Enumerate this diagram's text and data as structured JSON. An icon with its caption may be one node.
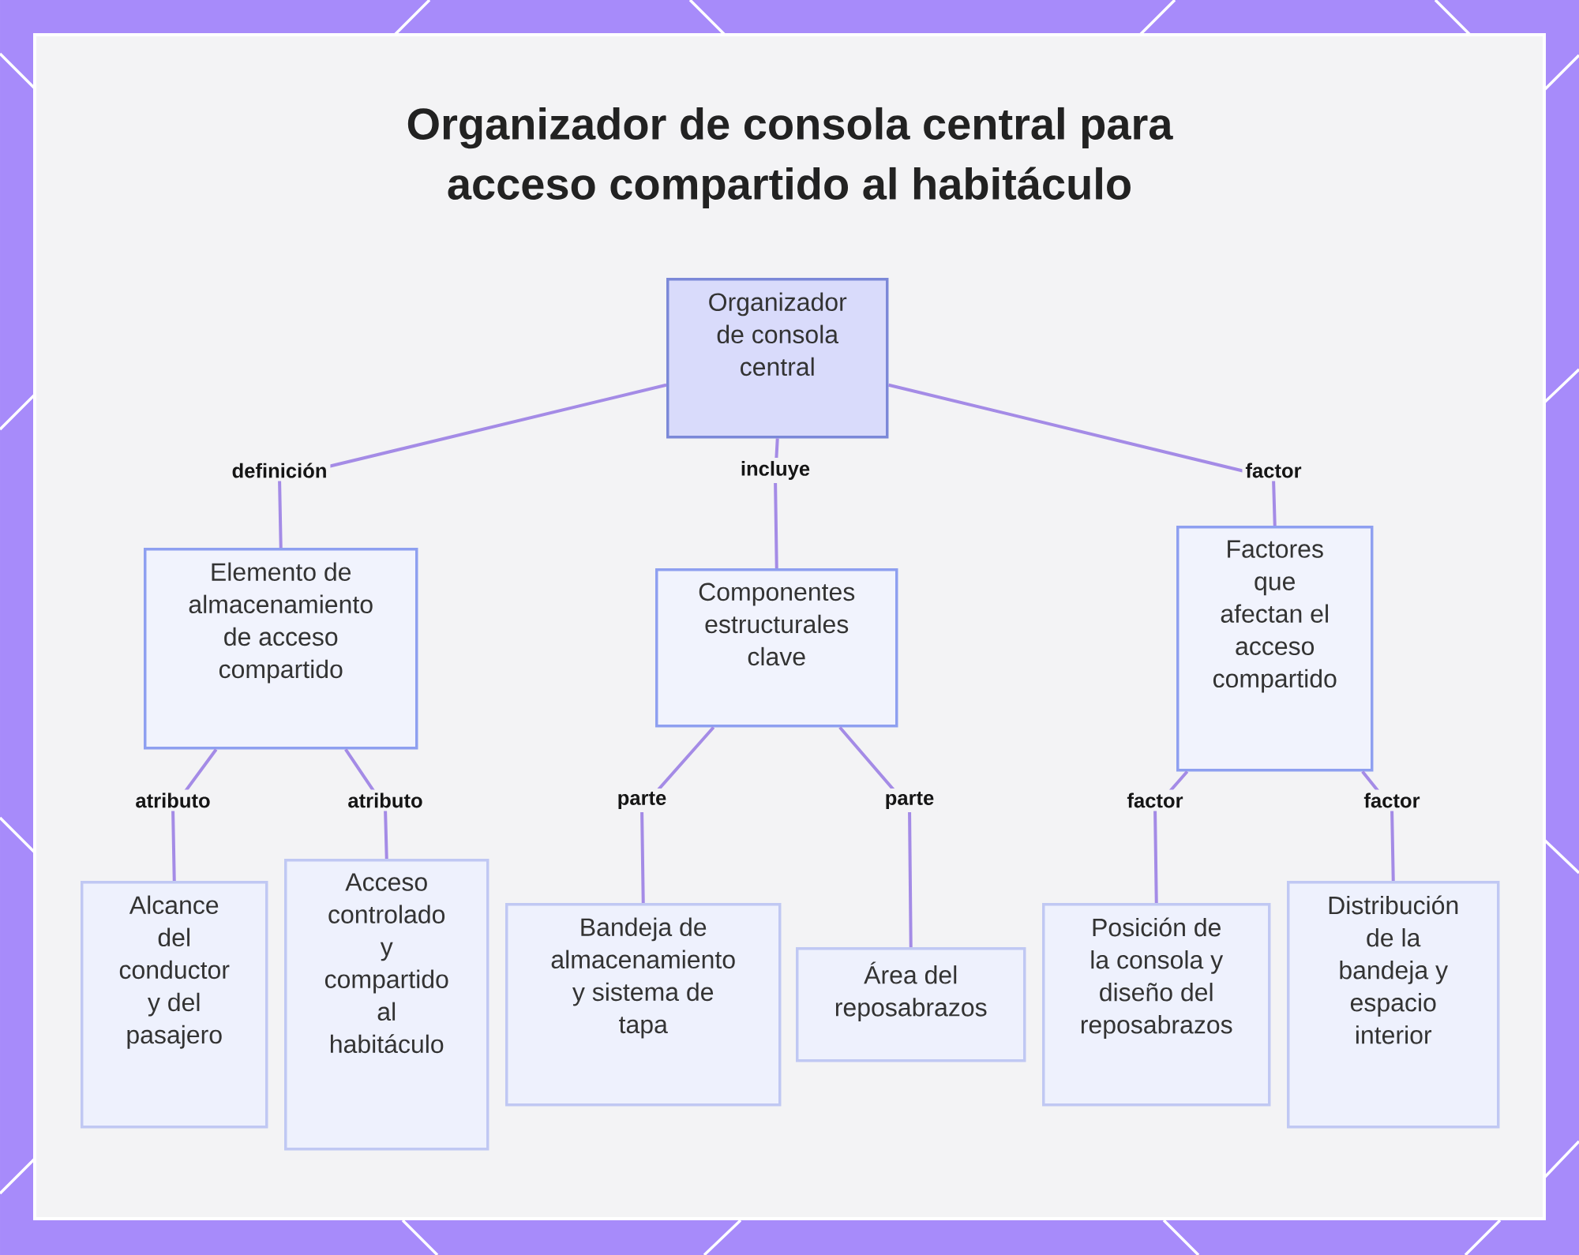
{
  "diagram": {
    "title": "Organizador de consola central para acceso compartido al habitáculo",
    "nodes": [
      {
        "text": [
          "Organizador de consola central"
        ]
      },
      {
        "text": [
          "Elemento de almacenamiento de acceso compartido"
        ]
      },
      {
        "text": [
          "Componentes estructurales clave"
        ]
      },
      {
        "text": [
          "Factores que afectan el acceso compartido"
        ]
      },
      {
        "text": [
          "Alcance del conductor y del pasajero"
        ]
      },
      {
        "text": [
          "Acceso controlado y compartido al habitáculo"
        ]
      },
      {
        "text": [
          "Bandeja de almacenamiento y sistema de tapa"
        ]
      },
      {
        "text": [
          "Área del reposabrazos"
        ]
      },
      {
        "text": [
          "Posición de la consola y diseño del reposabrazos"
        ]
      },
      {
        "text": [
          "Distribución de la bandeja y espacio interior"
        ]
      }
    ],
    "edges": [
      {
        "from": 0,
        "to": 1,
        "arrow": "none",
        "label": "definición"
      },
      {
        "from": 0,
        "to": 2,
        "arrow": "none",
        "label": "incluye"
      },
      {
        "from": 0,
        "to": 3,
        "arrow": "none",
        "label": "factor"
      },
      {
        "from": 1,
        "to": 4,
        "arrow": "none",
        "label": "atributo"
      },
      {
        "from": 1,
        "to": 5,
        "arrow": "none",
        "label": "atributo"
      },
      {
        "from": 2,
        "to": 6,
        "arrow": "none",
        "label": "parte"
      },
      {
        "from": 2,
        "to": 7,
        "arrow": "none",
        "label": "parte"
      },
      {
        "from": 3,
        "to": 8,
        "arrow": "none",
        "label": "factor"
      },
      {
        "from": 3,
        "to": 9,
        "arrow": "none",
        "label": "factor"
      }
    ]
  }
}
